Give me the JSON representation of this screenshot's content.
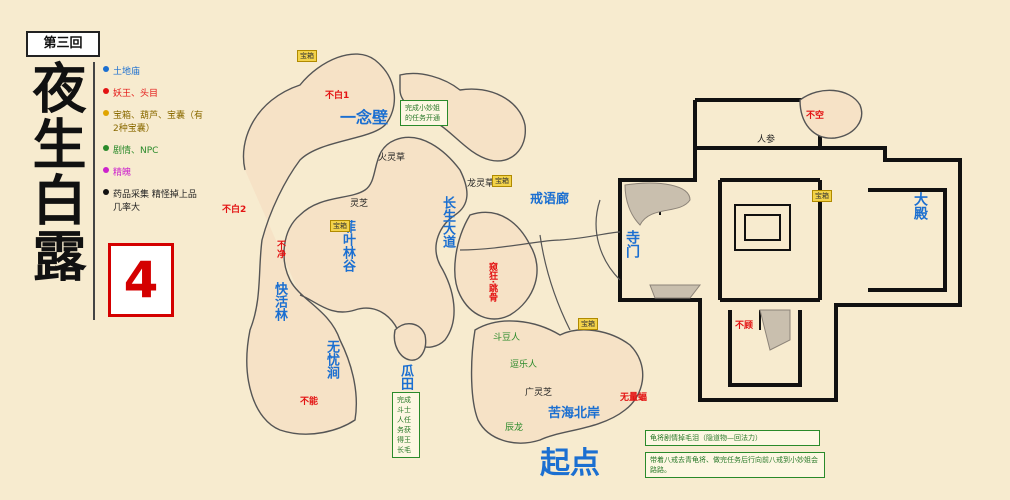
{
  "chapter": "第三回",
  "title": "夜生白露",
  "number": "4",
  "legend": [
    {
      "label": "土地庙",
      "color": "#1b6fd1"
    },
    {
      "label": "妖王、头目",
      "color": "#e31313"
    },
    {
      "label": "宝箱、葫芦、宝囊（有2种宝囊）",
      "color": "#e0a400"
    },
    {
      "label": "剧情、NPC",
      "color": "#2a8a2a"
    },
    {
      "label": "精魄",
      "color": "#cc22cc"
    },
    {
      "label": "药品采集 精怪掉上品几率大",
      "color": "#111111"
    }
  ],
  "areas": {
    "yinianbi": "一念壁",
    "jieyulang": "戒语廊",
    "changshengdadao": "长生大道",
    "feiyeyilin": "菲叶林谷",
    "kuaihuolin": "快活林",
    "wuyoujian": "无忧涧",
    "guatian": "瓜田",
    "ku_hai_bei_an": "苦海北岸",
    "simen": "寺门",
    "dadian": "大殿",
    "qidian": "起点"
  },
  "bosses": {
    "bubai1": "不白1",
    "bubai2": "不白2",
    "wuliangfu": "无量蝠",
    "jiaofangji": "窥狂·跳骨",
    "feizeng": "不净",
    "buneng": "不能",
    "bukong": "不空",
    "boshi": "不顾"
  },
  "spots": {
    "huoling": "火灵草",
    "lingzhi": "灵芝",
    "lingcao": "龙灵草",
    "guanglingzhi": "广灵芝",
    "touqian": "逗乐人",
    "chenlong": "辰龙",
    "douqi": "斗豆人",
    "renshen": "人参"
  },
  "notes": {
    "note1": "完成小妙姐 的任务开通",
    "note2": "完成斗士人任务获得王长毛",
    "note3": "龟将剧情掉毛泪（隐道物—回法力）",
    "note4": "带着八戒去青龟将、做完任务后行向前八戒到小妙姐会路路。"
  }
}
